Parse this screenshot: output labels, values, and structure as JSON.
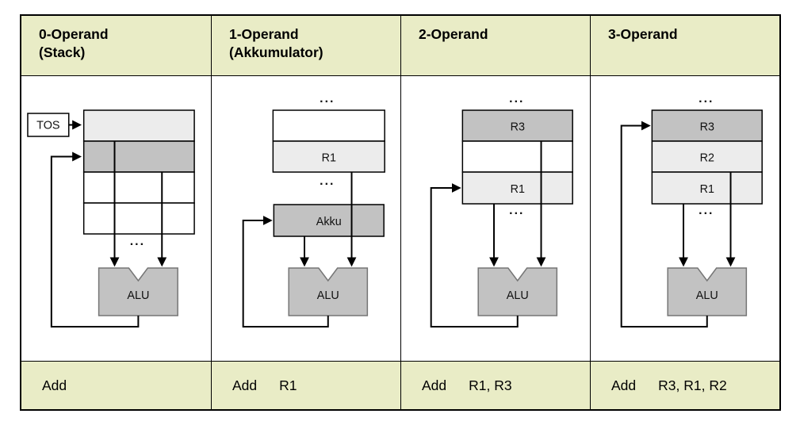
{
  "colors": {
    "header_bg": "#e9ecc6",
    "footer_bg": "#e9ecc6",
    "cell_light_gray": "#ececec",
    "cell_medium_gray": "#c2c2c2",
    "cell_white": "#ffffff",
    "alu_fill": "#c2c2c2",
    "alu_border": "#757575",
    "line_color": "#000000"
  },
  "columns": [
    {
      "header": {
        "line1": "0-Operand",
        "line2": "(Stack)"
      },
      "instruction": {
        "mnemonic": "Add",
        "operands": ""
      }
    },
    {
      "header": {
        "line1": "1-Operand",
        "line2": "(Akkumulator)"
      },
      "instruction": {
        "mnemonic": "Add",
        "operands": "R1"
      }
    },
    {
      "header": {
        "line1": "2-Operand",
        "line2": ""
      },
      "instruction": {
        "mnemonic": "Add",
        "operands": "R1, R3"
      }
    },
    {
      "header": {
        "line1": "3-Operand",
        "line2": ""
      },
      "instruction": {
        "mnemonic": "Add",
        "operands": "R3, R1, R2"
      }
    }
  ],
  "labels": {
    "tos": "TOS",
    "alu": "ALU",
    "akku": "Akku",
    "r1": "R1",
    "r2": "R2",
    "r3": "R3",
    "ellipsis": "..."
  }
}
